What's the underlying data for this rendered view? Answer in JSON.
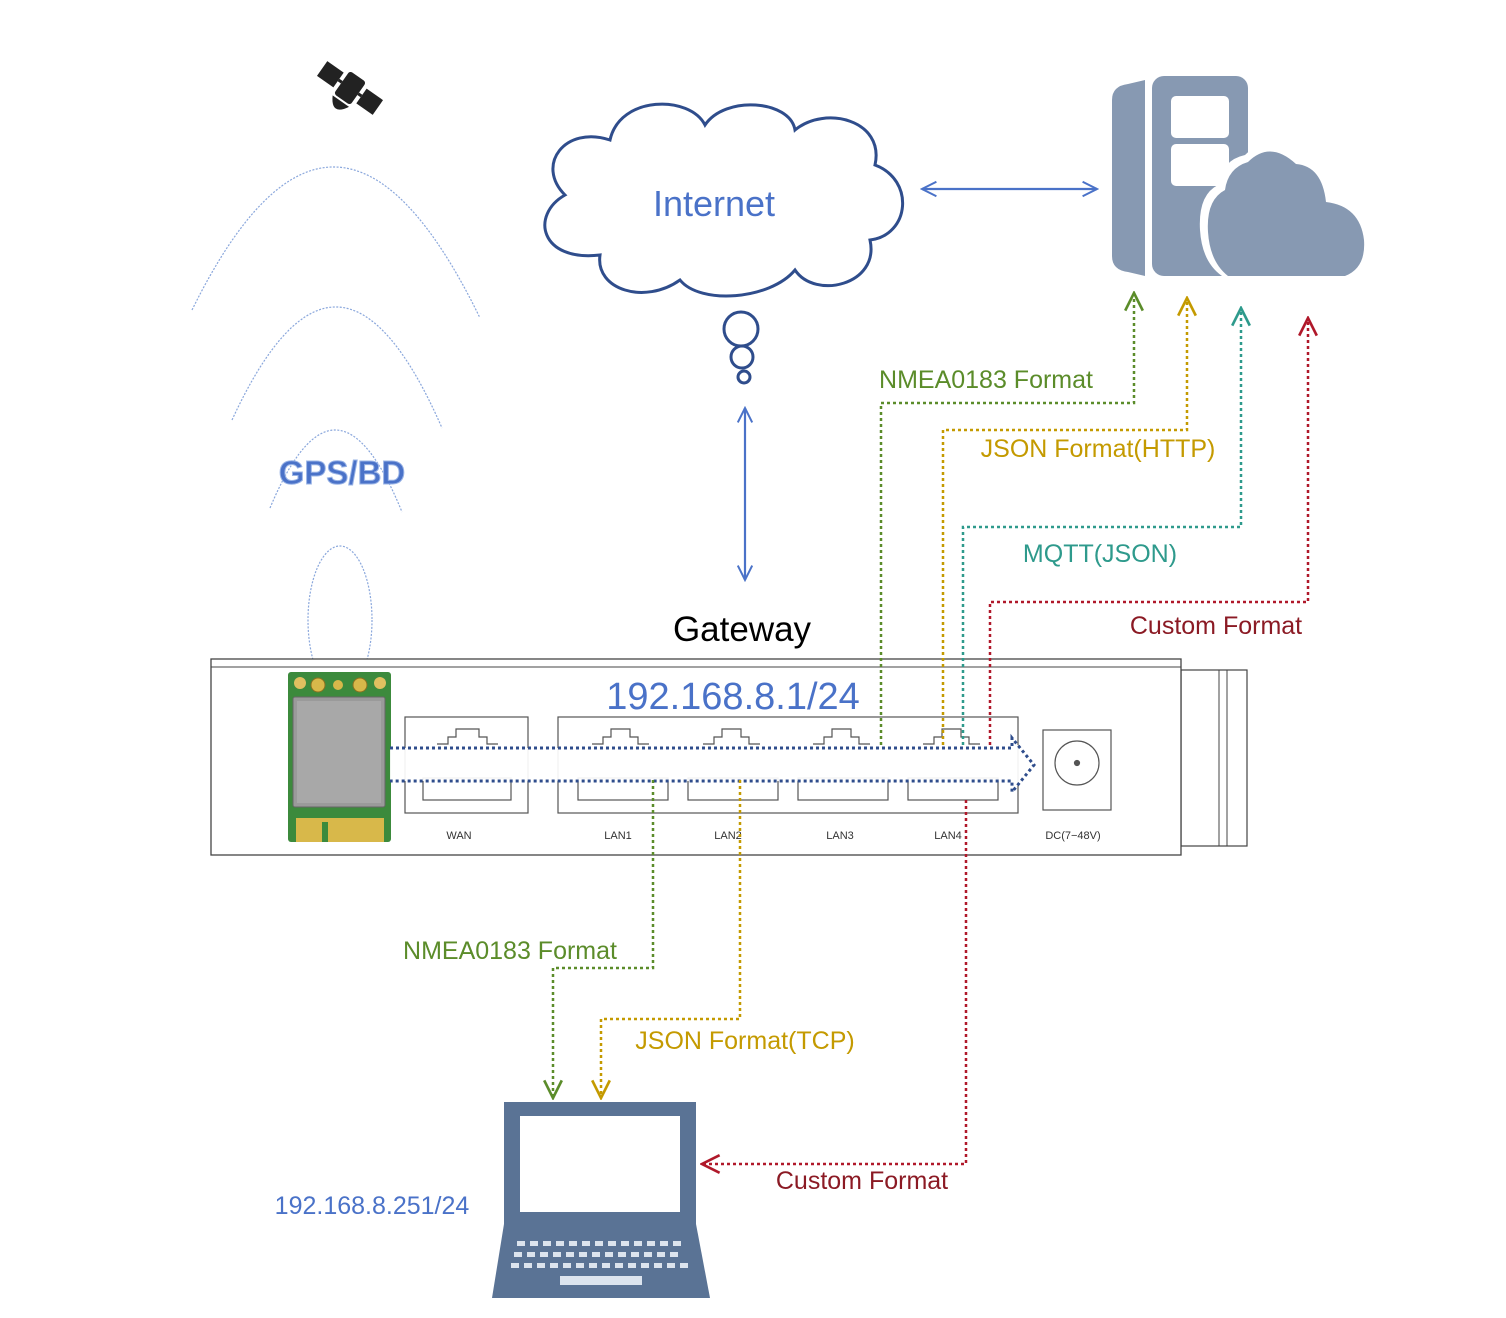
{
  "labels": {
    "internet": "Internet",
    "gps": "GPS/BD",
    "gateway": "Gateway",
    "gateway_ip": "192.168.8.1/24",
    "laptop_ip": "192.168.8.251/24"
  },
  "ports": {
    "wan": "WAN",
    "lan1": "LAN1",
    "lan2": "LAN2",
    "lan3": "LAN3",
    "lan4": "LAN4",
    "dc": "DC(7−48V)"
  },
  "cloud_flows": [
    {
      "label": "NMEA0183 Format",
      "color": "#5b8c2a"
    },
    {
      "label": "JSON Format(HTTP)",
      "color": "#c49a00"
    },
    {
      "label": "MQTT(JSON)",
      "color": "#2e9a8c"
    },
    {
      "label": "Custom Format",
      "color": "#b0182a"
    }
  ],
  "local_flows": [
    {
      "label": "NMEA0183 Format",
      "color": "#5b8c2a"
    },
    {
      "label": "JSON Format(TCP)",
      "color": "#c49a00"
    },
    {
      "label": "Custom Format",
      "color": "#8b1a24"
    }
  ],
  "icons": [
    "satellite-icon",
    "cloud-icon",
    "server-cloud-icon",
    "gnss-module-icon",
    "laptop-icon"
  ],
  "colors": {
    "accent_blue": "#4a72c8",
    "cloud_outline": "#2f4d8c",
    "server_gray": "#8799b2",
    "laptop_blue": "#5a7395",
    "module_green": "#3c8a3c"
  }
}
